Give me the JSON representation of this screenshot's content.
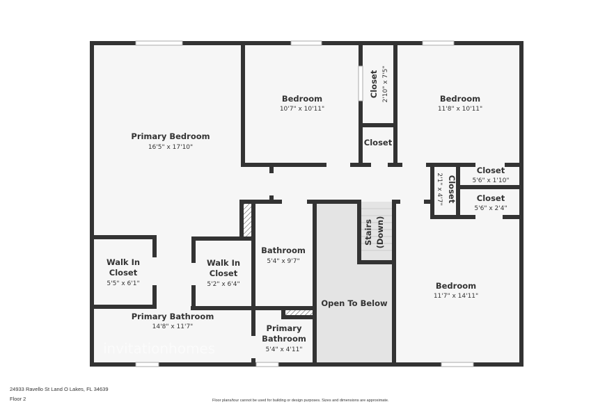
{
  "plan": {
    "rooms": {
      "primary_bedroom": {
        "name": "Primary Bedroom",
        "dims": "16'5\" x 17'10\""
      },
      "bedroom_1": {
        "name": "Bedroom",
        "dims": "10'7\" x 10'11\""
      },
      "closet_a": {
        "name": "Closet",
        "dims": "2'10\" x 7'5\""
      },
      "bedroom_2": {
        "name": "Bedroom",
        "dims": "11'8\" x 10'11\""
      },
      "closet_b": {
        "name": "Closet"
      },
      "closet_c": {
        "name": "Closet",
        "dims": "2'1\" x 4'7\""
      },
      "closet_d": {
        "name": "Closet",
        "dims": "5'6\" x 1'10\""
      },
      "closet_e": {
        "name": "Closet",
        "dims": "5'6\" x 2'4\""
      },
      "walk_in_1": {
        "name_1": "Walk In",
        "name_2": "Closet",
        "dims": "5'5\" x 6'1\""
      },
      "walk_in_2": {
        "name_1": "Walk In",
        "name_2": "Closet",
        "dims": "5'2\" x 6'4\""
      },
      "bathroom": {
        "name": "Bathroom",
        "dims": "5'4\" x 9'7\""
      },
      "stairs": {
        "name_1": "Stairs",
        "name_2": "(Down)"
      },
      "open_to_below": {
        "name": "Open To Below"
      },
      "bedroom_3": {
        "name": "Bedroom",
        "dims": "11'7\" x 14'11\""
      },
      "primary_bathroom_1": {
        "name": "Primary Bathroom",
        "dims": "14'8\" x 11'7\""
      },
      "primary_bathroom_2": {
        "name_1": "Primary",
        "name_2": "Bathroom",
        "dims": "5'4\" x 4'11\""
      }
    },
    "watermark": "invitationhomes"
  },
  "footer": {
    "address": "24933 Ravello St Land O Lakes, FL 34639",
    "floor": "Floor 2",
    "disclaimer": "Floor plans/tour cannot be used for building or design purposes. Sizes and dimensions are approximate."
  },
  "colors": {
    "wall": "#333333",
    "room": "#f6f6f6",
    "open_to_below": "#e4e4e4"
  }
}
